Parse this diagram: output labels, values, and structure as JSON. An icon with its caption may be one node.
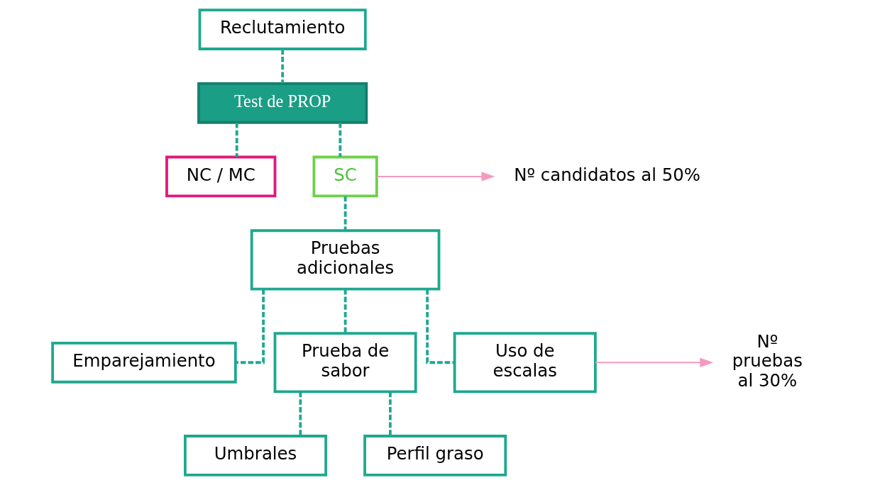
{
  "diagram": {
    "nodes": [
      {
        "text": [
          "Reclutamiento"
        ]
      },
      {
        "text": [
          "Test de PROP"
        ]
      },
      {
        "text": [
          "NC / MC"
        ]
      },
      {
        "text": [
          "SC"
        ]
      },
      {
        "text": [
          "Pruebas adicionales"
        ]
      },
      {
        "text": [
          "Emparejamiento"
        ]
      },
      {
        "text": [
          "Prueba de sabor"
        ]
      },
      {
        "text": [
          "Uso de escalas"
        ]
      },
      {
        "text": [
          "Umbrales"
        ]
      },
      {
        "text": [
          "Perfil graso"
        ]
      },
      {
        "text": [
          "Nº candidatos al 50%"
        ]
      },
      {
        "text": [
          "Nº pruebas al 30%"
        ]
      }
    ],
    "edges": [
      {
        "from": 0,
        "to": 1,
        "arrow": "none",
        "style": "dashed"
      },
      {
        "from": 1,
        "to": 2,
        "arrow": "none",
        "style": "dashed"
      },
      {
        "from": 1,
        "to": 3,
        "arrow": "none",
        "style": "dashed"
      },
      {
        "from": 3,
        "to": 4,
        "arrow": "none",
        "style": "dashed"
      },
      {
        "from": 4,
        "to": 5,
        "arrow": "none",
        "style": "dashed"
      },
      {
        "from": 4,
        "to": 6,
        "arrow": "none",
        "style": "dashed"
      },
      {
        "from": 4,
        "to": 7,
        "arrow": "none",
        "style": "dashed"
      },
      {
        "from": 6,
        "to": 8,
        "arrow": "none",
        "style": "dashed"
      },
      {
        "from": 6,
        "to": 9,
        "arrow": "none",
        "style": "dashed"
      },
      {
        "from": 3,
        "to": 10,
        "arrow": "to",
        "color": "#f49ac1"
      },
      {
        "from": 7,
        "to": 11,
        "arrow": "to",
        "color": "#f49ac1"
      }
    ]
  }
}
